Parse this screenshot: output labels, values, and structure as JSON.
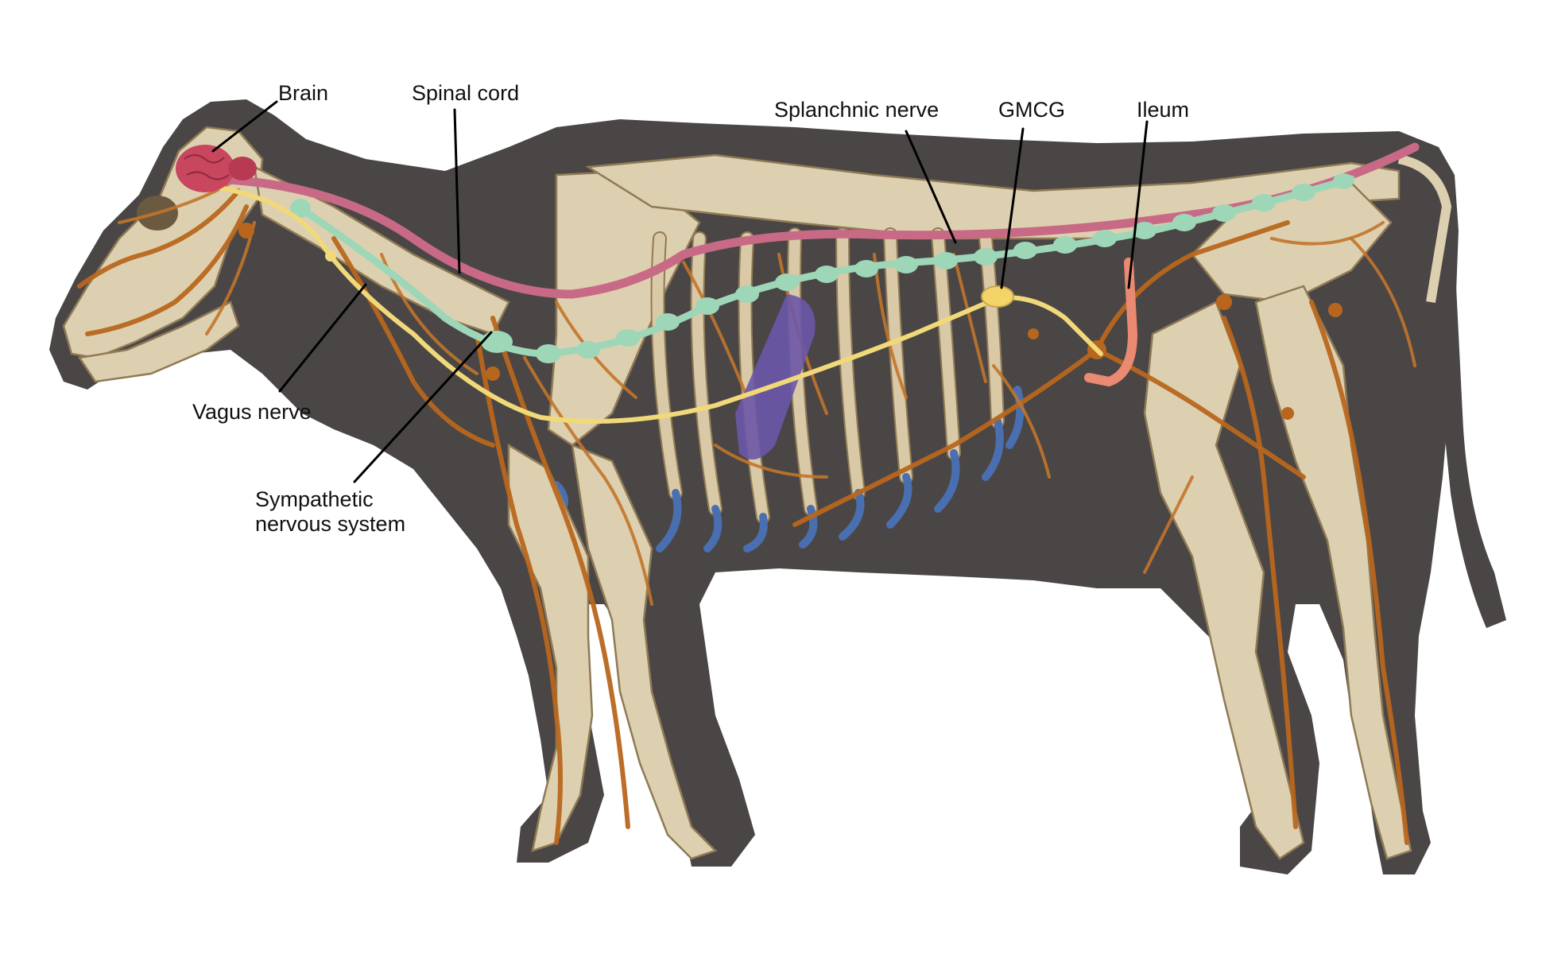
{
  "labels": {
    "brain": "Brain",
    "spinal_cord": "Spinal cord",
    "splanchnic_nerve": "Splanchnic nerve",
    "gmcg": "GMCG",
    "ileum": "Ileum",
    "vagus_nerve": "Vagus nerve",
    "sympathetic_line1": "Sympathetic",
    "sympathetic_line2": "nervous system"
  },
  "colors": {
    "silhouette": "#4a4646",
    "bone": "#ddd0b0",
    "nerve_network": "#b8661d",
    "spinal_cord": "#c86a86",
    "sympathetic_chain": "#9ed6b8",
    "vagus_nerve": "#f1d97a",
    "gmcg": "#f3d469",
    "ileum": "#ea8a72",
    "brain": "#c8465e",
    "spleen": "#6b56a8",
    "costal_cartilage": "#4a6fb0"
  }
}
